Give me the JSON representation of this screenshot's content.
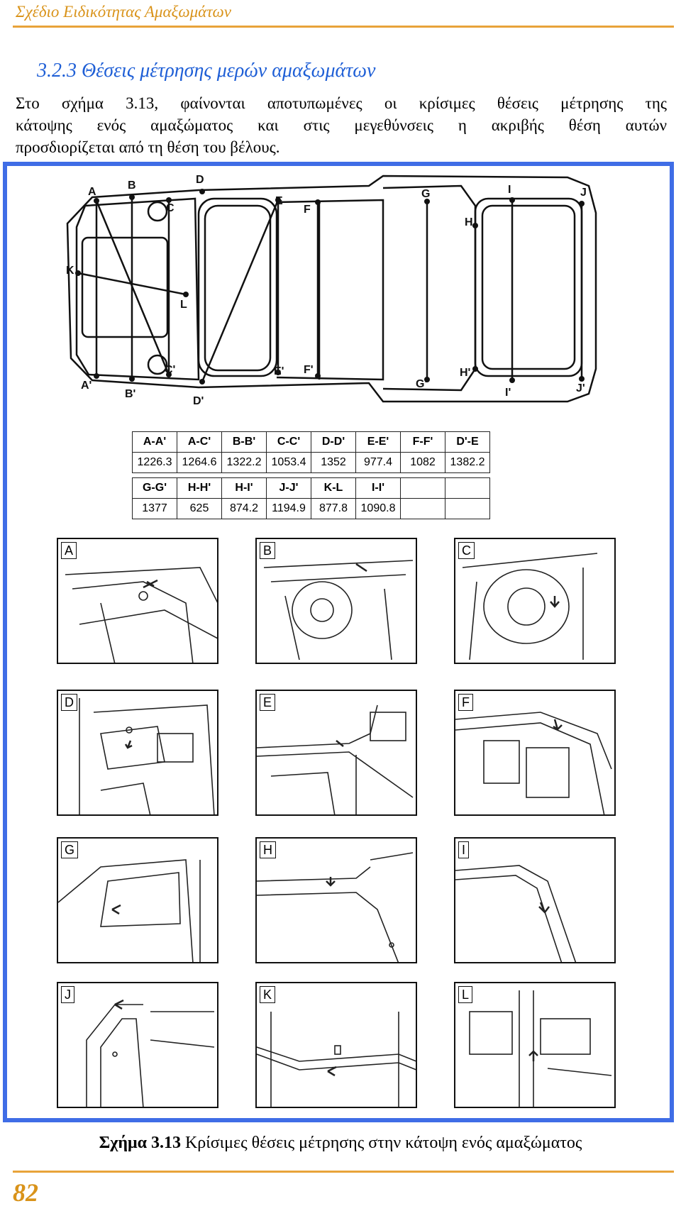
{
  "header": {
    "running_title": "Σχέδιο Ειδικότητας Αμαξωμάτων"
  },
  "section": {
    "title": "3.2.3 Θέσεις μέτρησης μερών αμαξωμάτων",
    "paragraph_line1": "Στο σχήμα 3.13, φαίνονται αποτυπωμένες οι κρίσιμες θέσεις μέτρησης της",
    "paragraph_line2": "κάτοψης ενός αμαξώματος και στις μεγεθύνσεις η ακριβής θέση αυτών",
    "paragraph_line3": "προσδιορίζεται από τη θέση του βέλους."
  },
  "diagram_points": {
    "A": "A",
    "B": "B",
    "C": "C",
    "D": "D",
    "E": "E",
    "F": "F",
    "G": "G",
    "H": "H",
    "I": "I",
    "J": "J",
    "K": "K",
    "L": "L",
    "A_p": "A'",
    "B_p": "B'",
    "C_p": "C'",
    "D_p": "D'",
    "E_p": "E'",
    "F_p": "F'",
    "G_p": "G'",
    "H_p": "H'",
    "I_p": "I'",
    "J_p": "J'"
  },
  "table": {
    "row1_headers": [
      "A-A'",
      "A-C'",
      "B-B'",
      "C-C'",
      "D-D'",
      "E-E'",
      "F-F'",
      "D'-E"
    ],
    "row1_values": [
      "1226.3",
      "1264.6",
      "1322.2",
      "1053.4",
      "1352",
      "977.4",
      "1082",
      "1382.2"
    ],
    "row2_headers": [
      "G-G'",
      "H-H'",
      "H-I'",
      "J-J'",
      "K-L",
      "I-I'",
      "",
      ""
    ],
    "row2_values": [
      "1377",
      "625",
      "874.2",
      "1194.9",
      "877.8",
      "1090.8",
      "",
      ""
    ]
  },
  "details": [
    "A",
    "B",
    "C",
    "D",
    "E",
    "F",
    "G",
    "H",
    "I",
    "J",
    "K",
    "L"
  ],
  "caption": {
    "label": "Σχήμα 3.13",
    "text": " Κρίσιμες θέσεις μέτρησης στην κάτοψη ενός αμαξώματος"
  },
  "footer": {
    "page_number": "82"
  }
}
